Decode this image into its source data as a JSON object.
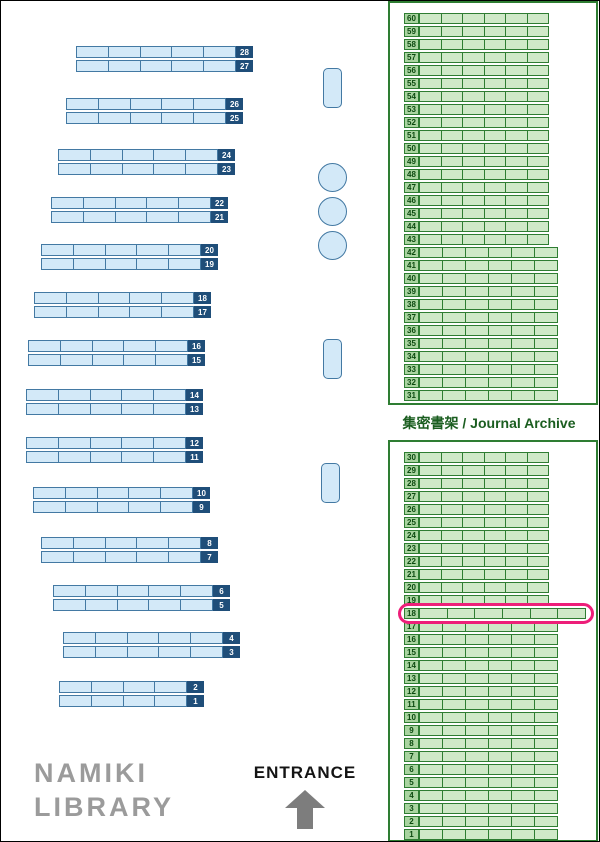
{
  "title": {
    "line1": "NAMIKI",
    "line2": "LIBRARY"
  },
  "entrance_label": "ENTRANCE",
  "archive_label": "集密書架 / Journal Archive",
  "left_shelves": {
    "pairs": [
      [
        28,
        27
      ],
      [
        26,
        25
      ],
      [
        24,
        23
      ],
      [
        22,
        21
      ],
      [
        20,
        19
      ],
      [
        18,
        17
      ],
      [
        16,
        15
      ],
      [
        14,
        13
      ],
      [
        12,
        11
      ],
      [
        10,
        9
      ],
      [
        8,
        7
      ],
      [
        6,
        5
      ],
      [
        4,
        3
      ],
      [
        2,
        1
      ]
    ]
  },
  "archive": {
    "top_rows": [
      60,
      59,
      58,
      57,
      56,
      55,
      54,
      53,
      52,
      51,
      50,
      49,
      48,
      47,
      46,
      45,
      44,
      43,
      42,
      41,
      40,
      39,
      38,
      37,
      36,
      35,
      34,
      33,
      32,
      31
    ],
    "bottom_rows": [
      30,
      29,
      28,
      27,
      26,
      25,
      24,
      23,
      22,
      21,
      20,
      19,
      18,
      17,
      16,
      15,
      14,
      13,
      12,
      11,
      10,
      9,
      8,
      7,
      6,
      5,
      4,
      3,
      2,
      1
    ],
    "cells_per_row": 6,
    "top_long_rows_max": 42,
    "bottom_long_rows_max": 18,
    "highlighted_row": 18
  },
  "colors": {
    "shelf_blue_fill": "#d3e9f8",
    "shelf_blue_border": "#4379a3",
    "tag_navy": "#1f4e79",
    "green_fill": "#cfe9c8",
    "green_border": "#2e7d32",
    "green_tag_fill": "#a9d4a0",
    "green_tag_text": "#0c4a10",
    "panel_border": "#2e7d32",
    "label_green": "#1b5e20",
    "highlight_pink": "#ed1e79",
    "title_gray": "#9b9b9b",
    "arrow_gray": "#7d7d7d"
  }
}
